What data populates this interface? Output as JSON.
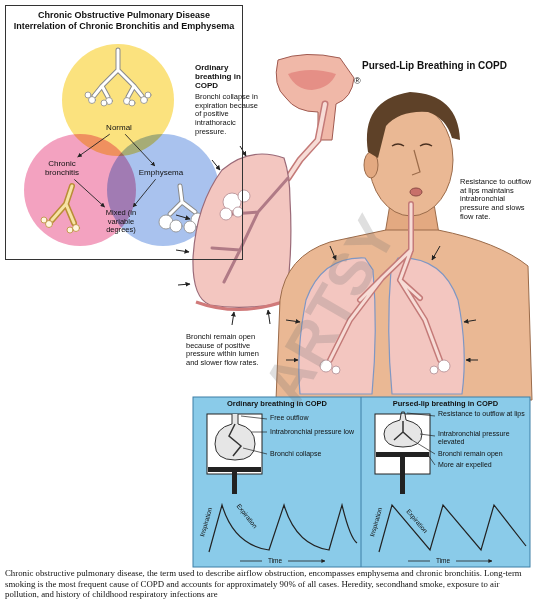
{
  "diagram": {
    "caption": "Chronic obstructive pulmonary disease, the term used to describe airflow obstruction, encompasses emphysema and chronic bronchitis. Long-term smoking is the most frequent cause of COPD and accounts for approximately 90% of all cases. Heredity, secondhand smoke, exposure to air pollution, and history of childhood respiratory infections are",
    "nodes": [
      {
        "text": [
          "Chronic Obstructive Pulmonary Disease Interrelation of Chronic Bronchitis and Emphysema"
        ]
      },
      {
        "text": [
          "Normal"
        ],
        "in": 0
      },
      {
        "text": [
          "Chronic bronchitis"
        ],
        "in": 0
      },
      {
        "text": [
          "Emphysema"
        ],
        "in": 0
      },
      {
        "text": [
          "Mixed (in variable degrees)"
        ],
        "in": 0
      },
      {
        "text": [
          "Ordinary breathing in COPD"
        ]
      },
      {
        "text": [
          "Pursed-lip breathing in COPD"
        ]
      }
    ],
    "edges": [
      {
        "from": 1,
        "to": 2,
        "arrow": "to"
      },
      {
        "from": 1,
        "to": 3,
        "arrow": "to"
      },
      {
        "from": 2,
        "to": 4,
        "arrow": "to"
      },
      {
        "from": 3,
        "to": 4,
        "arrow": "to"
      }
    ],
    "labels": [
      "Ordinary breathing in COPD",
      "Bronchi collapse in expiration because of positive intrathoracic pressure.",
      "Pursed-Lip Breathing in COPD",
      "Resistance to outflow at lips maintains intrabronchial pressure and slows flow rate.",
      "Bronchi remain open because of positive pressure within lumen and slower flow rates.",
      "Free outflow",
      "Intrabronchial pressure low",
      "Bronchi collapse",
      "Inspiration",
      "Expiration",
      "Time",
      "Resistance to outflow at lips",
      "Intrabronchial pressure elevated",
      "Bronchi remain open",
      "More air expelled",
      "Inspiration",
      "Expiration",
      "Time",
      "ARTSY",
      "®"
    ]
  }
}
